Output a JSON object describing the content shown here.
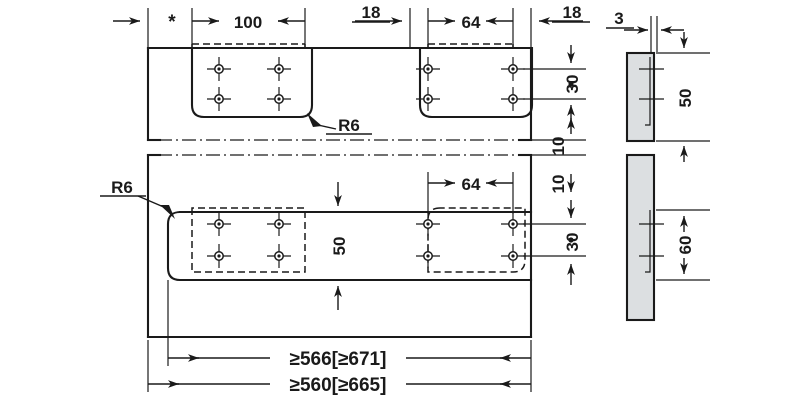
{
  "drawing": {
    "type": "technical-dimension-drawing",
    "units": "mm",
    "title": "",
    "views": [
      {
        "name": "top-plan-view",
        "label": ""
      },
      {
        "name": "bottom-plan-view",
        "label": ""
      },
      {
        "name": "upper-side-section-view",
        "label": ""
      },
      {
        "name": "lower-side-section-view",
        "label": ""
      }
    ]
  },
  "dimensions": {
    "top": {
      "asterisk": "*",
      "d_100": "100",
      "d_18_left": "18",
      "d_64": "64",
      "d_18_right": "18",
      "d_3": "3"
    },
    "right_stack": {
      "d_30_upper": "30",
      "d_10_upper": "10",
      "d_10_lower": "10",
      "d_30_lower": "30"
    },
    "side_views": {
      "h_50": "50",
      "h_60": "60"
    },
    "middle": {
      "d_50": "50",
      "d_64_lower": "64"
    },
    "bottom": {
      "overall_outer": "≥566[≥671]",
      "overall_inner": "≥560[≥665]"
    },
    "radii": {
      "r6_top": "R6",
      "r6_left": "R6"
    }
  },
  "holes": {
    "count_per_group": 4,
    "groups": 4,
    "style": "crosshair-center-hole"
  },
  "colors": {
    "line": "#1a1a1a",
    "plate_fill": "#dcdfe1",
    "background": "#ffffff"
  }
}
